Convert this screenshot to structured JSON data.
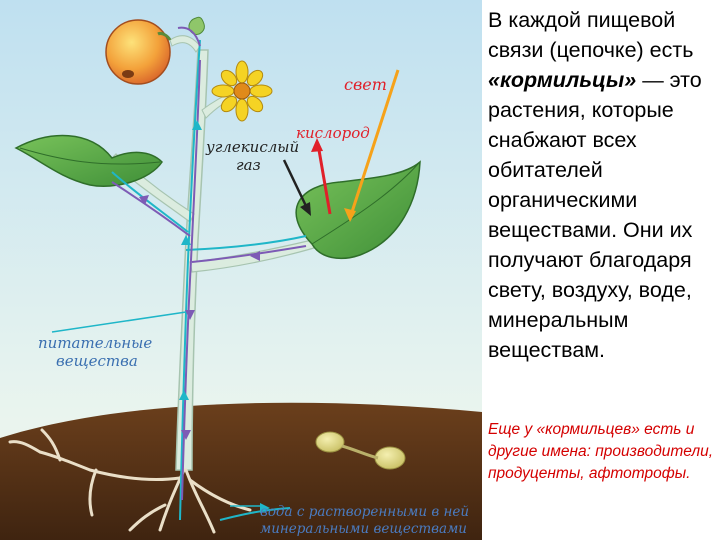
{
  "diagram": {
    "labels": {
      "light": "свет",
      "oxygen": "кислород",
      "co2_line1": "углекислый",
      "co2_line2": "газ",
      "nutrients_line1": "питательные",
      "nutrients_line2": "вещества",
      "water_line1": "вода с растворенными в ней",
      "water_line2": "минеральными веществами"
    },
    "colors": {
      "sky_top": "#bfe0f0",
      "sky_bottom": "#eef7f3",
      "soil": "#5a3416",
      "leaf": "#5cae4a",
      "stem": "#d9eadc",
      "fruit": "#f2a93b",
      "flower": "#f5d324",
      "light_arrow": "#f6a21a",
      "oxygen_arrow": "#e0202a",
      "water_flow": "#1fb6c8",
      "nutrient_flow": "#7d5bb5"
    }
  },
  "text": {
    "intro": "В каждой пищевой связи (цепочке) есть",
    "emphasis": "«кормильцы»",
    "rest": " — это растения, которые снабжают всех обитателей органическими веществами. Они их получают благодаря свету, воздуху, воде, минеральным веществам.",
    "note": "Еще у «кормильцев» есть и другие имена: производители, продуценты, афтотрофы."
  }
}
